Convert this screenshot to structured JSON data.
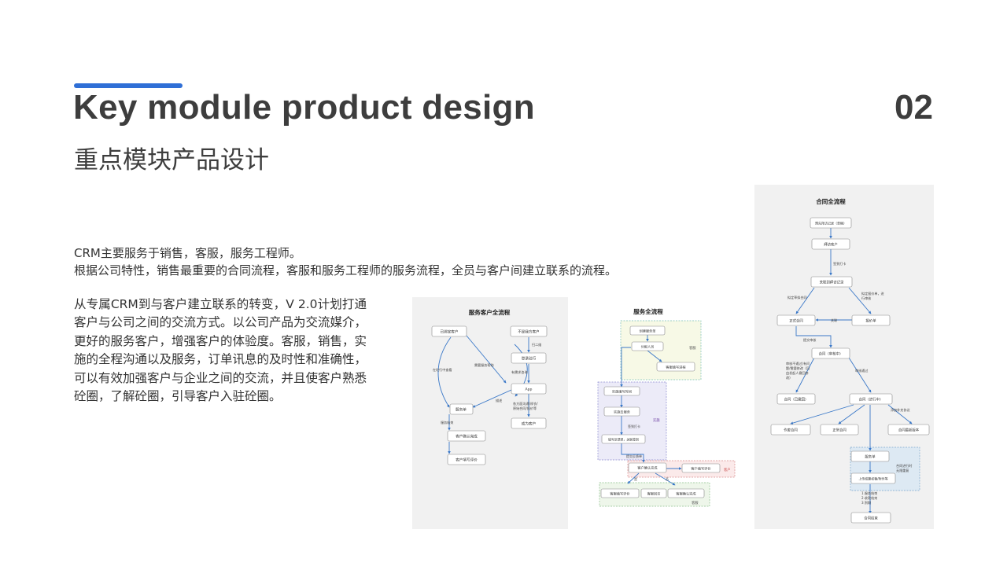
{
  "header": {
    "title_en": "Key module product design",
    "title_zh": "重点模块产品设计",
    "page_number": "02",
    "accent_color": "#2f6fd6"
  },
  "intro": {
    "line1": "CRM主要服务于销售，客服，服务工程师。",
    "line2": "根据公司特性，销售最重要的合同流程，客服和服务工程师的服务流程，全员与客户间建立联系的流程。"
  },
  "paragraph": "从专属CRM到与客户建立联系的转变，V 2.0计划打通客户与公司之间的交流方式。以公司产品为交流媒介，更好的服务客户，增强客户的体验度。客服，销售，实施的全程沟通以及服务，订单讯息的及时性和准确性，可以有效加强客户与企业之间的交流，并且使客户熟悉砼圈，了解砼圈，引导客户入驻砼圈。",
  "diagram1": {
    "title": "服务客户全流程",
    "nodes": {
      "bound_customer": "已绑定客户",
      "unbound_customer": "不是我方客户",
      "app": "App",
      "service_order": "服务单",
      "customer_confirm": "客户确认完成",
      "customer_review": "客户填写评价",
      "login": "登录砼行",
      "become_customer": "成为客户"
    },
    "labels": {
      "online_view": "在砼行中查看",
      "need_help": "需要服务帮助",
      "scan": "扫二维",
      "has_need": "有需求咨询",
      "relay": "描述",
      "service_end": "服务结束",
      "contact_line1": "各方面沟通(样衣/",
      "contact_line2": "原始合同/报价等"
    }
  },
  "diagram2": {
    "title": "服务全流程",
    "nodes": {
      "create_order": "创建服务单",
      "assign": "分配人员",
      "cs_progress": "客服填写进程",
      "fill_time": "实施填写时间",
      "impl_service": "实施去服务",
      "fill_feedback": "填写反馈单，关联签到",
      "customer_confirm": "客户确认完成",
      "customer_review": "客户填写评价",
      "cs_review": "客服填写评价",
      "cs_callback": "客服回访",
      "cs_confirm": "客服确认完成"
    },
    "labels": {
      "group_cs": "客服",
      "group_impl": "实施",
      "group_customer": "客户",
      "group_cs2": "客服",
      "checkin": "签到打卡",
      "submit_feedback": "提交反馈单",
      "yes": "是",
      "no": "否"
    }
  },
  "diagram3": {
    "title": "合同全流程",
    "nodes": {
      "pre_record": "预先拜访记录（草稿）",
      "visit": "拜访客户",
      "link_record": "关联到拜访记录",
      "formal": "正式合同",
      "quote": "报价单",
      "contract_review": "合同（审核中）",
      "rejected": "合同（已撤回）",
      "in_progress": "合同（进行中）",
      "void": "作废合同",
      "normal": "正常合同",
      "latest": "合同最新版本",
      "service_order": "服务单",
      "upload": "上传结算初稿/附件等",
      "ended": "合同结束"
    },
    "labels": {
      "checkin": "签到打卡",
      "draft_formal": "拟定草拟合同",
      "draft_quote1": "拟定报价单，进",
      "draft_quote2": "行审核",
      "link": "关联",
      "submit_review": "提交审核",
      "reject1": "审核不通过(有问",
      "reject2": "题/需要修改（回",
      "reject3": "由发起人撤回修",
      "reject4": "改)",
      "approved": "审核通过",
      "add_supplement": "添加补充协议",
      "repeat1": "合同进行时",
      "repeat2": "无限重复",
      "end_note1": "1.服务结束",
      "end_note2": "2.收款结束",
      "end_note3": "3.到期"
    }
  }
}
